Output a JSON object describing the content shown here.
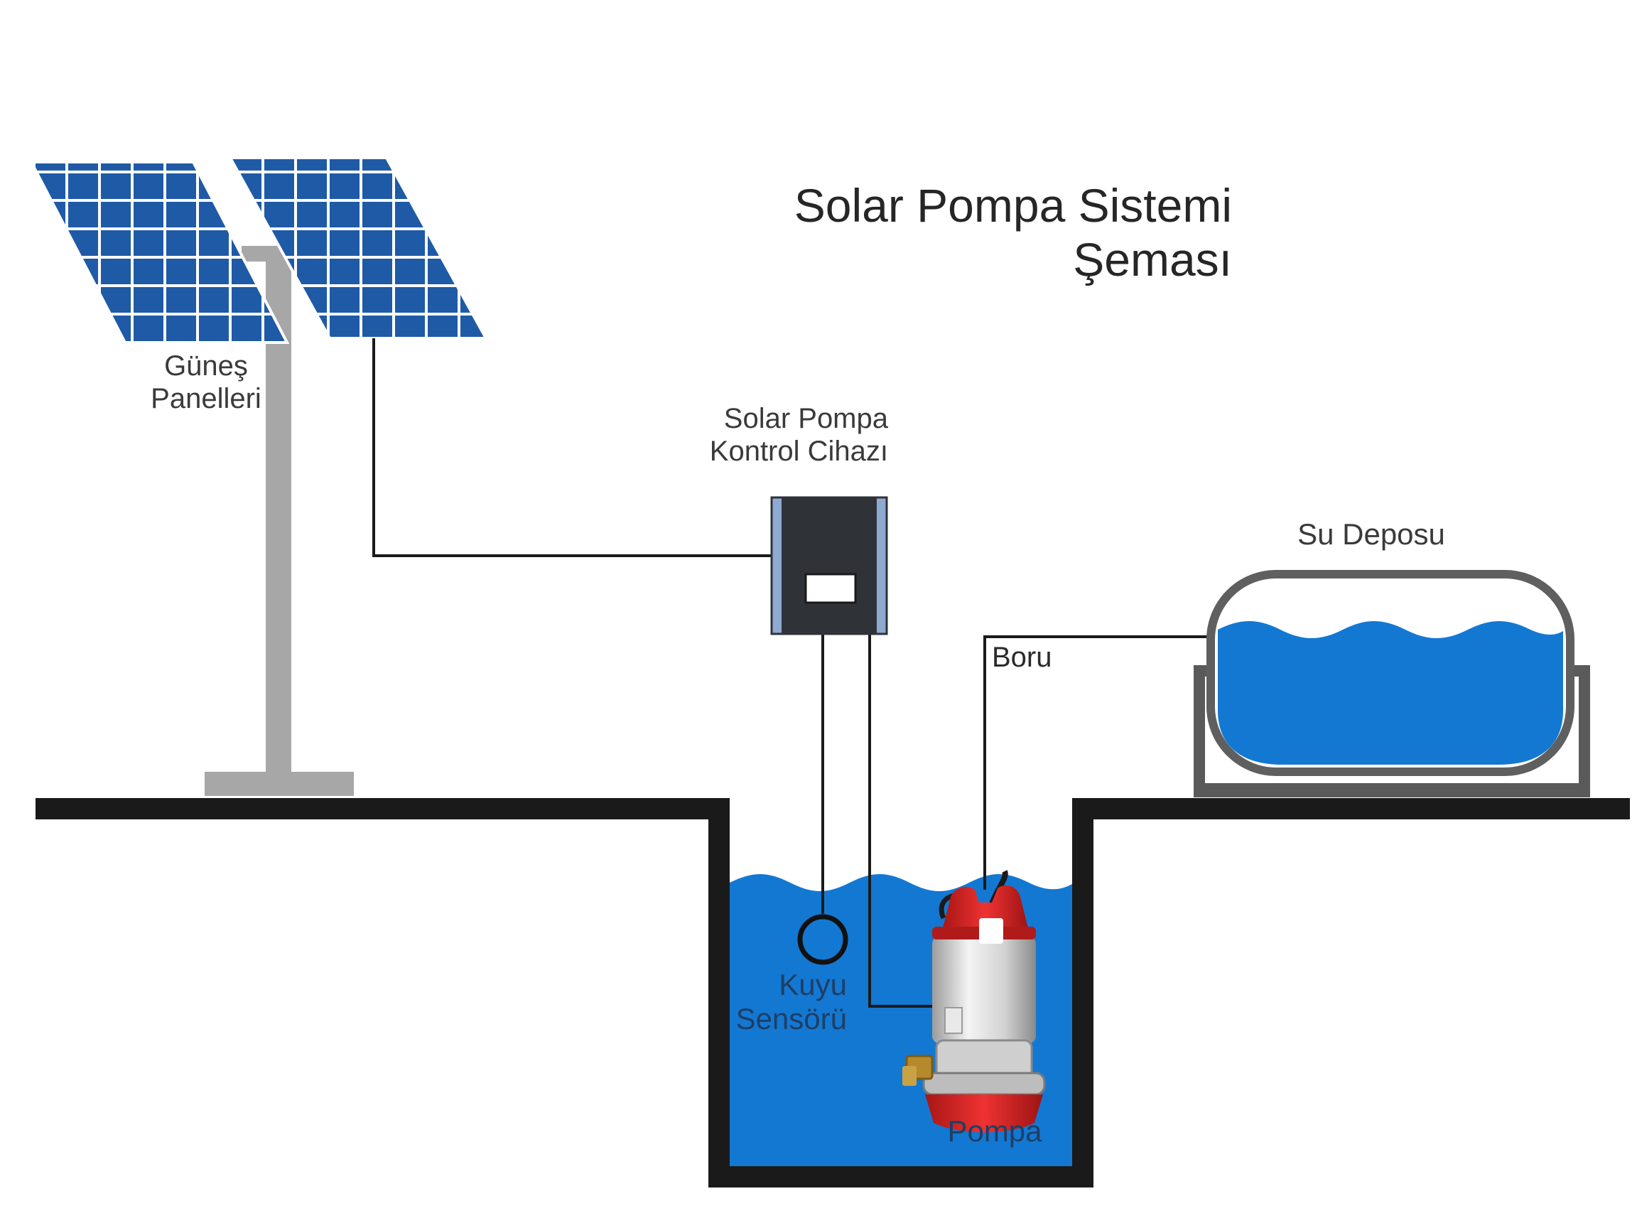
{
  "title": {
    "line1": "Solar Pompa Sistemi",
    "line2": "Şeması"
  },
  "labels": {
    "panels_line1": "Güneş",
    "panels_line2": "Panelleri",
    "controller_line1": "Solar Pompa",
    "controller_line2": "Kontrol Cihazı",
    "tank": "Su Deposu",
    "pipe": "Boru",
    "sensor_line1": "Kuyu",
    "sensor_line2": "Sensörü",
    "pump": "Pompa"
  },
  "colors": {
    "panel_blue": "#1f5aa6",
    "panel_grid": "#ffffff",
    "pole_gray": "#a7a7a7",
    "water_blue": "#1378d2",
    "ground_black": "#1a1a1a",
    "controller_dark": "#2f3338",
    "controller_side": "#8faad0",
    "tank_outline": "#5f5f5f",
    "pump_red": "#e02424",
    "pump_silver": "#d9d9d9"
  },
  "icons": [
    "solar-panel-icon",
    "pump-icon",
    "sensor-icon",
    "controller-icon",
    "water-tank-icon"
  ]
}
